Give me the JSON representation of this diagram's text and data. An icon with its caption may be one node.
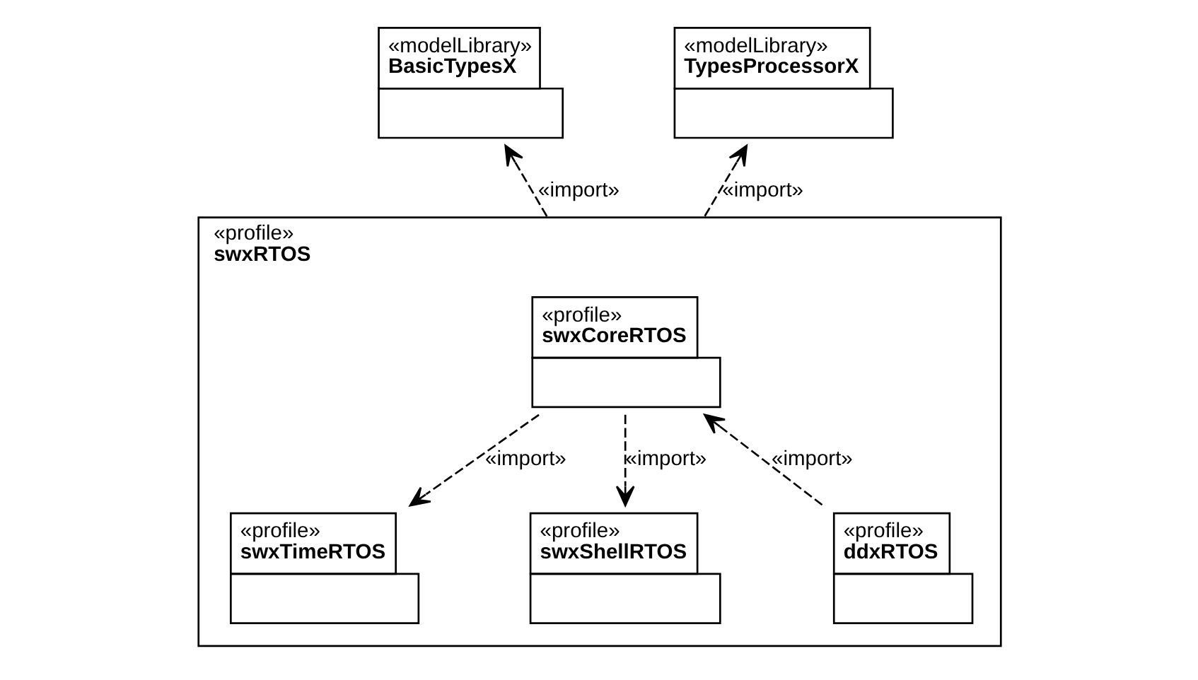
{
  "diagram": {
    "nodes": [
      {
        "text": [
          "«modelLibrary»",
          "BasicTypesX"
        ]
      },
      {
        "text": [
          "«modelLibrary»",
          "TypesProcessorX"
        ]
      },
      {
        "text": [
          "«profile»",
          "swxRTOS"
        ]
      },
      {
        "text": [
          "«profile»",
          "swxCoreRTOS"
        ],
        "in": 2
      },
      {
        "text": [
          "«profile»",
          "swxTimeRTOS"
        ],
        "in": 2
      },
      {
        "text": [
          "«profile»",
          "swxShellRTOS"
        ],
        "in": 2
      },
      {
        "text": [
          "«profile»",
          "ddxRTOS"
        ],
        "in": 2
      }
    ],
    "edges": [
      {
        "from": 2,
        "to": 0,
        "arrow": "to",
        "label": "«import»",
        "style": "dashed"
      },
      {
        "from": 2,
        "to": 1,
        "arrow": "to",
        "label": "«import»",
        "style": "dashed"
      },
      {
        "from": 3,
        "to": 4,
        "arrow": "to",
        "label": "«import»",
        "style": "dashed"
      },
      {
        "from": 3,
        "to": 5,
        "arrow": "to",
        "label": "«import»",
        "style": "dashed"
      },
      {
        "from": 6,
        "to": 3,
        "arrow": "to",
        "label": "«import»",
        "style": "dashed"
      }
    ]
  }
}
